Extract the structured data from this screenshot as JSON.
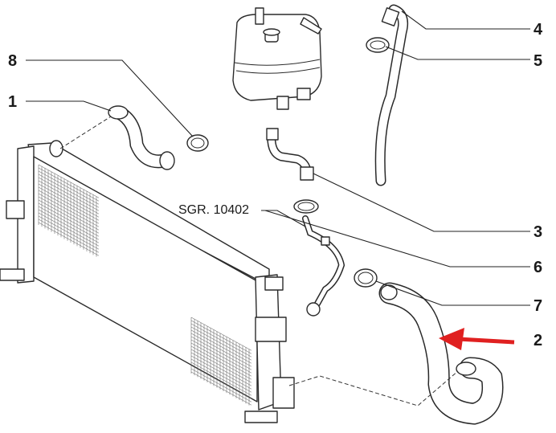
{
  "callouts": {
    "c1": "1",
    "c2": "2",
    "c3": "3",
    "c4": "4",
    "c5": "5",
    "c6": "6",
    "c7": "7",
    "c8": "8",
    "tool_ref": "SGR. 10402"
  },
  "colors": {
    "arrow": "#e02020",
    "line": "#2a2a2a"
  }
}
